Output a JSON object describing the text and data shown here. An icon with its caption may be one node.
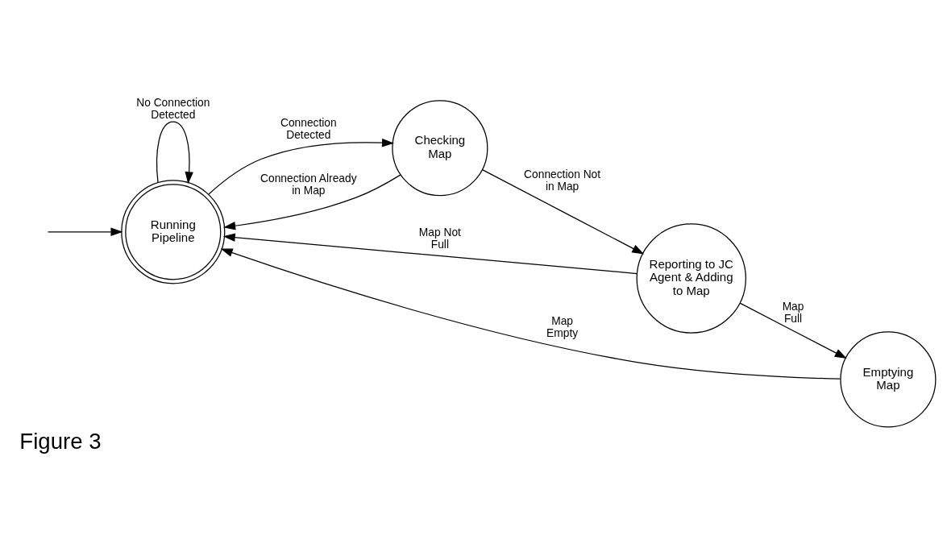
{
  "diagram": {
    "caption": "Figure 3",
    "nodes": [
      {
        "text": [
          "Running Pipeline"
        ]
      },
      {
        "text": [
          "Checking Map"
        ]
      },
      {
        "text": [
          "Reporting to JC Agent & Adding to Map"
        ]
      },
      {
        "text": [
          "Emptying Map"
        ]
      }
    ],
    "edges": [
      {
        "from": null,
        "to": 0,
        "arrow": "to"
      },
      {
        "from": 0,
        "to": 1,
        "arrow": "to",
        "label": "Connection Detected"
      },
      {
        "from": 1,
        "to": 0,
        "arrow": "to",
        "label": "Connection Already in Map"
      },
      {
        "from": 1,
        "to": 2,
        "arrow": "to",
        "label": "Connection Not in Map"
      },
      {
        "from": 2,
        "to": 0,
        "arrow": "to",
        "label": "Map Not Full"
      },
      {
        "from": 0,
        "to": 0,
        "arrow": "to",
        "label": "No Connection Detected"
      },
      {
        "from": 2,
        "to": 3,
        "arrow": "to",
        "label": "Map Full"
      },
      {
        "from": 3,
        "to": 0,
        "arrow": "to",
        "label": "Map Empty"
      }
    ]
  }
}
